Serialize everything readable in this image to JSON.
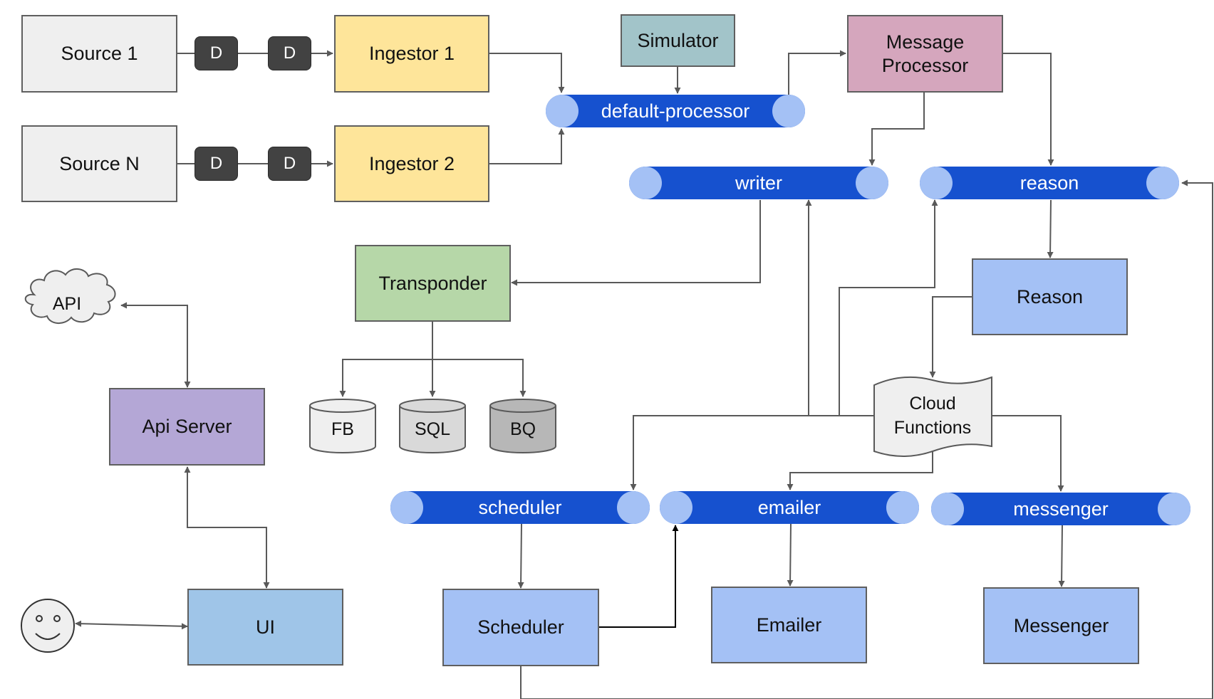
{
  "colors": {
    "source": "#efefef",
    "ingestor": "#fee59a",
    "simulator": "#a2c4c9",
    "message_processor": "#d5a6bd",
    "transponder": "#b6d7a8",
    "api_server": "#b4a7d6",
    "ui": "#9fc5e8",
    "service": "#a4c1f5",
    "queue": "#1651cf",
    "queue_cap": "#a4c1f5",
    "d_chip": "#424242",
    "db_fb": "#efefef",
    "db_sql": "#d9d9d9",
    "db_bq": "#b7b7b7",
    "cloud_functions": "#efefef",
    "line": "#595959"
  },
  "sources": {
    "source1": "Source 1",
    "sourceN": "Source N"
  },
  "chips": {
    "d": "D"
  },
  "ingestors": {
    "ingestor1": "Ingestor 1",
    "ingestor2": "Ingestor 2"
  },
  "simulator": "Simulator",
  "message_processor": {
    "line1": "Message",
    "line2": "Processor"
  },
  "queues": {
    "default_processor": "default-processor",
    "writer": "writer",
    "reason": "reason",
    "scheduler": "scheduler",
    "emailer": "emailer",
    "messenger": "messenger"
  },
  "transponder": "Transponder",
  "databases": {
    "fb": "FB",
    "sql": "SQL",
    "bq": "BQ"
  },
  "reason_service": "Reason",
  "cloud_functions": {
    "line1": "Cloud",
    "line2": "Functions"
  },
  "api": "API",
  "api_server": "Api Server",
  "ui": "UI",
  "scheduler_service": "Scheduler",
  "emailer_service": "Emailer",
  "messenger_service": "Messenger",
  "icons": {
    "user": "smiley-face-icon",
    "api": "cloud-icon",
    "db": "cylinder-icon",
    "cloud_functions": "document-icon"
  }
}
